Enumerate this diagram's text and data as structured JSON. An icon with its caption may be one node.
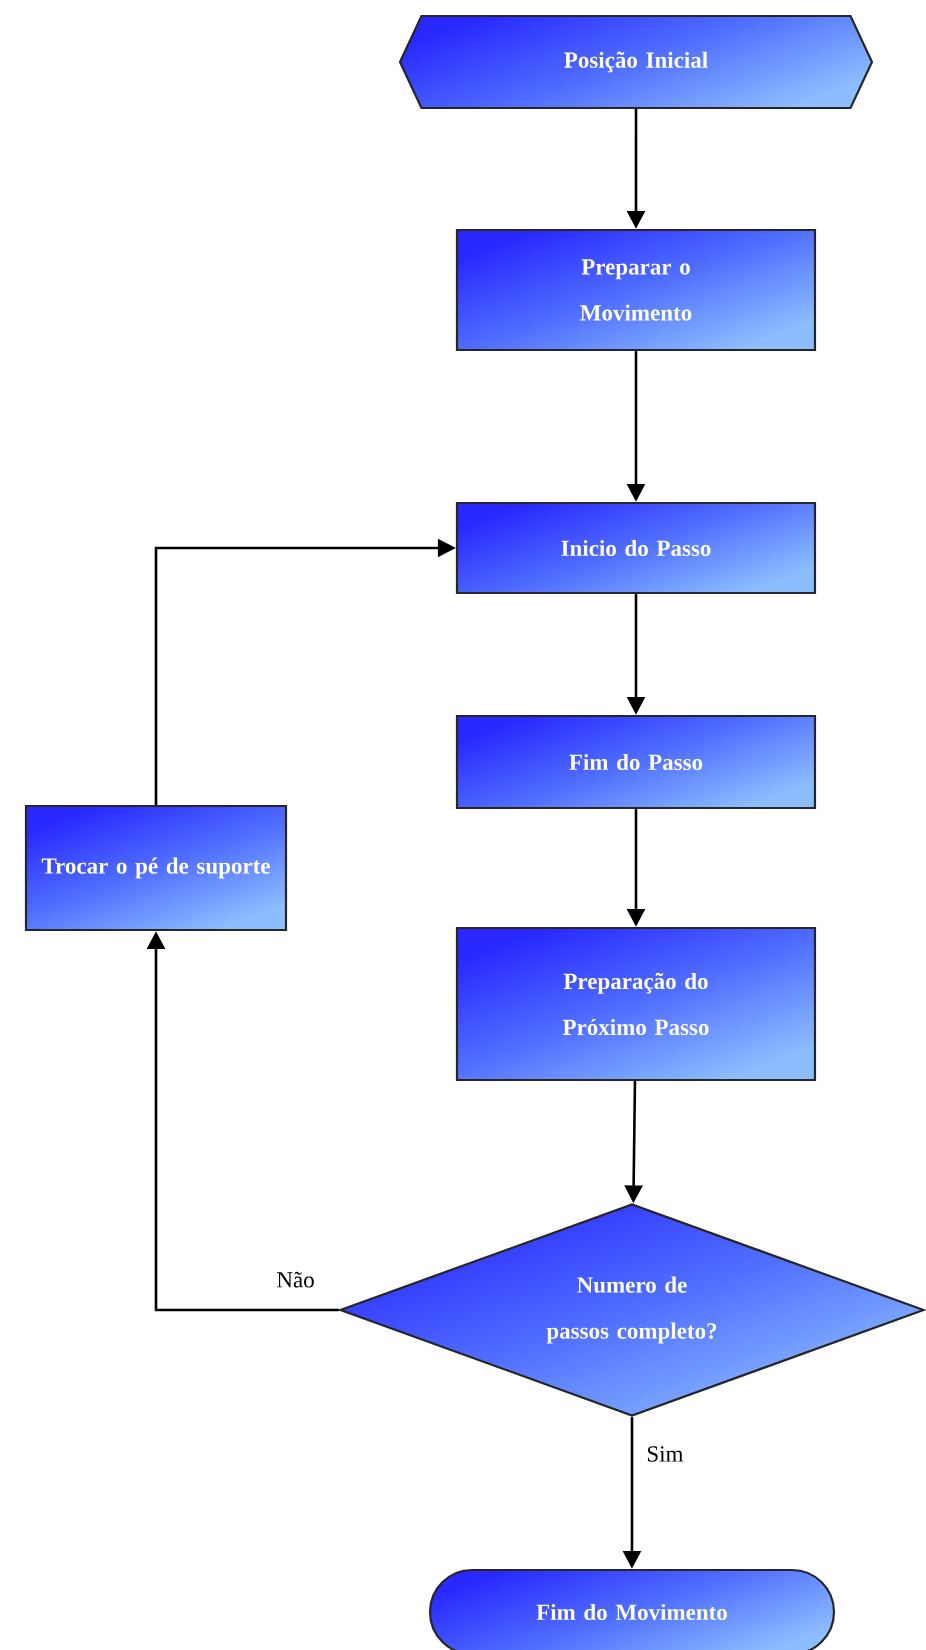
{
  "diagram": {
    "nodes": [
      {
        "text": [
          "Posição Inicial"
        ]
      },
      {
        "text": [
          "Preparar o Movimento"
        ]
      },
      {
        "text": [
          "Inicio do Passo"
        ]
      },
      {
        "text": [
          "Fim do Passo"
        ]
      },
      {
        "text": [
          "Preparação do Próximo Passo"
        ]
      },
      {
        "text": [
          "Numero de passos completo?"
        ]
      },
      {
        "text": [
          "Trocar o pé de suporte"
        ]
      },
      {
        "text": [
          "Fim do Movimento"
        ]
      }
    ],
    "edges": [
      {
        "from": 0,
        "to": 1,
        "arrow": "to"
      },
      {
        "from": 1,
        "to": 2,
        "arrow": "to"
      },
      {
        "from": 2,
        "to": 3,
        "arrow": "to"
      },
      {
        "from": 3,
        "to": 4,
        "arrow": "to"
      },
      {
        "from": 4,
        "to": 5,
        "arrow": "to"
      },
      {
        "from": 5,
        "to": 6,
        "arrow": "to",
        "label": "Não"
      },
      {
        "from": 6,
        "to": 2,
        "arrow": "to"
      },
      {
        "from": 5,
        "to": 7,
        "arrow": "to",
        "label": "Sim"
      }
    ]
  }
}
